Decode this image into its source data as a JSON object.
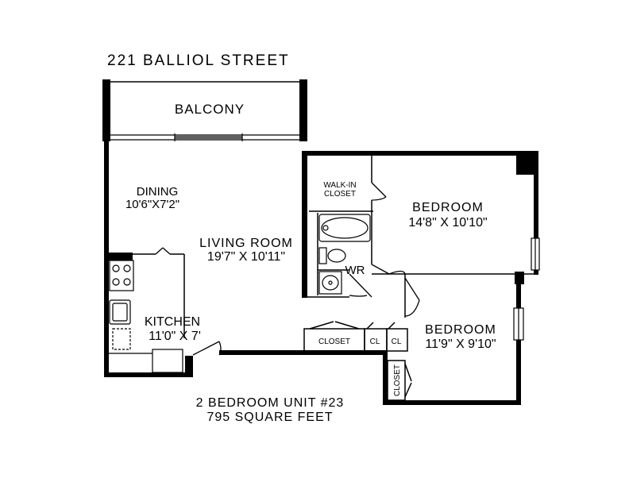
{
  "title": "221 BALLIOL STREET",
  "rooms": {
    "balcony": {
      "name": "BALCONY"
    },
    "dining": {
      "name": "DINING",
      "size": "10'6\"X7'2\""
    },
    "living": {
      "name": "LIVING ROOM",
      "size": "19'7\" X 10'11\""
    },
    "kitchen": {
      "name": "KITCHEN",
      "size": "11'0\" X 7'"
    },
    "walkin": {
      "name_line1": "WALK-IN",
      "name_line2": "CLOSET"
    },
    "bedroom1": {
      "name": "BEDROOM",
      "size": "14'8\" X 10'10\""
    },
    "bedroom2": {
      "name": "BEDROOM",
      "size": "11'9\" X 9'10\""
    },
    "wr": {
      "name": "WR"
    },
    "closet_hall": {
      "name": "CLOSET"
    },
    "cl1": {
      "name": "CL"
    },
    "cl2": {
      "name": "CL"
    },
    "closet_bed2": {
      "name": "CLOSET"
    }
  },
  "unit": {
    "line1": "2 BEDROOM UNIT #23",
    "line2": "795 SQUARE FEET"
  }
}
